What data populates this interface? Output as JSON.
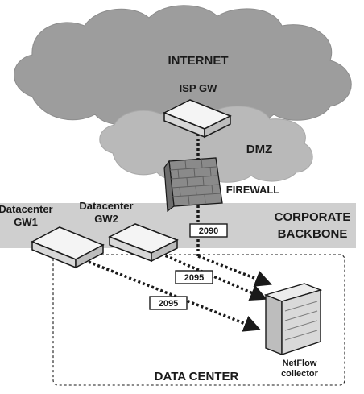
{
  "labels": {
    "internet": "INTERNET",
    "isp_gw": "ISP GW",
    "dmz": "DMZ",
    "firewall": "FIREWALL",
    "corporate_line1": "CORPORATE",
    "corporate_line2": "BACKBONE",
    "gw1_line1": "Datacenter",
    "gw1_line2": "GW1",
    "gw2_line1": "Datacenter",
    "gw2_line2": "GW2",
    "data_center": "DATA CENTER",
    "collector_line1": "NetFlow",
    "collector_line2": "collector"
  },
  "ports": {
    "firewall_port": "2090",
    "gw2_port": "2095",
    "gw1_port": "2095"
  },
  "colors": {
    "cloud_internet": "#9d9d9d",
    "cloud_dmz": "#b9b9b9",
    "backbone_band": "#cfcfcf",
    "brick": "#8a8a8a",
    "ink": "#1a1a1a"
  }
}
